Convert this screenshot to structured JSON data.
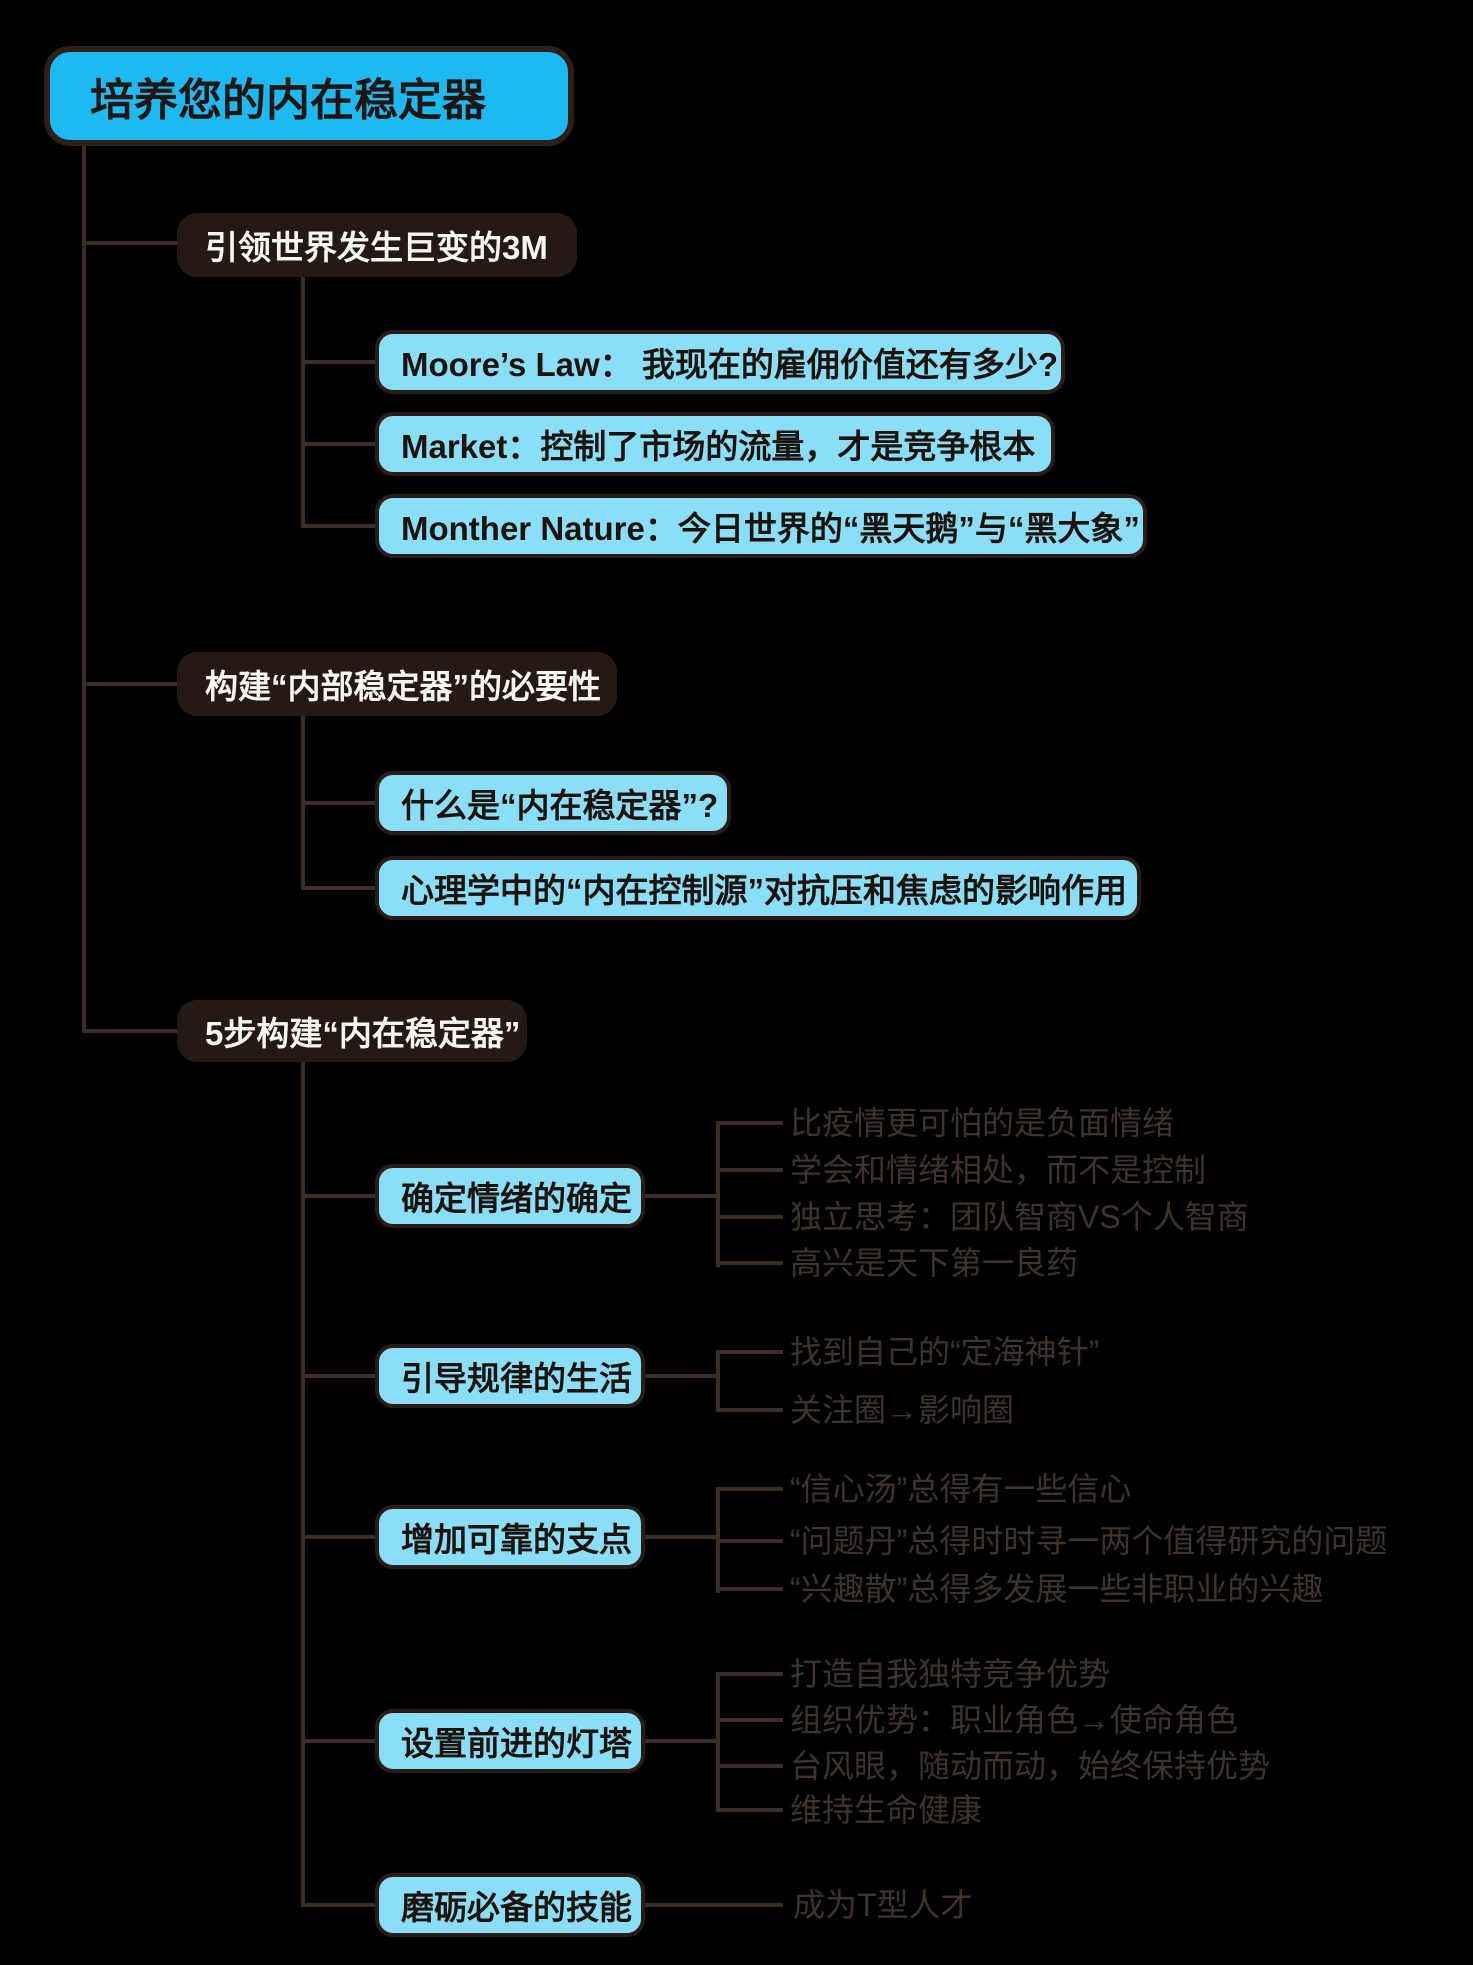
{
  "root": {
    "label": "培养您的内在稳定器"
  },
  "branches": [
    {
      "label": "引领世界发生巨变的3M",
      "children": [
        {
          "label": "Moore’s Law： 我现在的雇佣价值还有多少?"
        },
        {
          "label": "Market：控制了市场的流量，才是竞争根本"
        },
        {
          "label": "Monther Nature：今日世界的“黑天鹅”与“黑大象”"
        }
      ]
    },
    {
      "label": "构建“内部稳定器”的必要性",
      "children": [
        {
          "label": "什么是“内在稳定器”?"
        },
        {
          "label": "心理学中的“内在控制源”对抗压和焦虑的影响作用"
        }
      ]
    },
    {
      "label": "5步构建“内在稳定器”",
      "children": [
        {
          "label": "确定情绪的确定",
          "leaves": [
            "比疫情更可怕的是负面情绪",
            "学会和情绪相处，而不是控制",
            "独立思考：团队智商VS个人智商",
            "高兴是天下第一良药"
          ]
        },
        {
          "label": "引导规律的生活",
          "leaves": [
            "找到自己的“定海神针”",
            "关注圈→影响圈"
          ]
        },
        {
          "label": "增加可靠的支点",
          "leaves": [
            "“信心汤”总得有一些信心",
            "“问题丹”总得时时寻一两个值得研究的问题",
            "“兴趣散”总得多发展一些非职业的兴趣"
          ]
        },
        {
          "label": "设置前进的灯塔",
          "leaves": [
            "打造自我独特竞争优势",
            "组织优势：职业角色→使命角色",
            "台风眼，随动而动，始终保持优势",
            "维持生命健康"
          ]
        },
        {
          "label": "磨砺必备的技能",
          "leaves": [
            "成为T型人才"
          ]
        }
      ]
    }
  ],
  "colors": {
    "background": "#000000",
    "root_fill": "#1cb9f2",
    "topic_fill": "#8adef8",
    "dark_topic_fill": "#251a13",
    "border": "#2b1d15",
    "line": "#3a2e26",
    "leaf_text": "#3f342b"
  }
}
